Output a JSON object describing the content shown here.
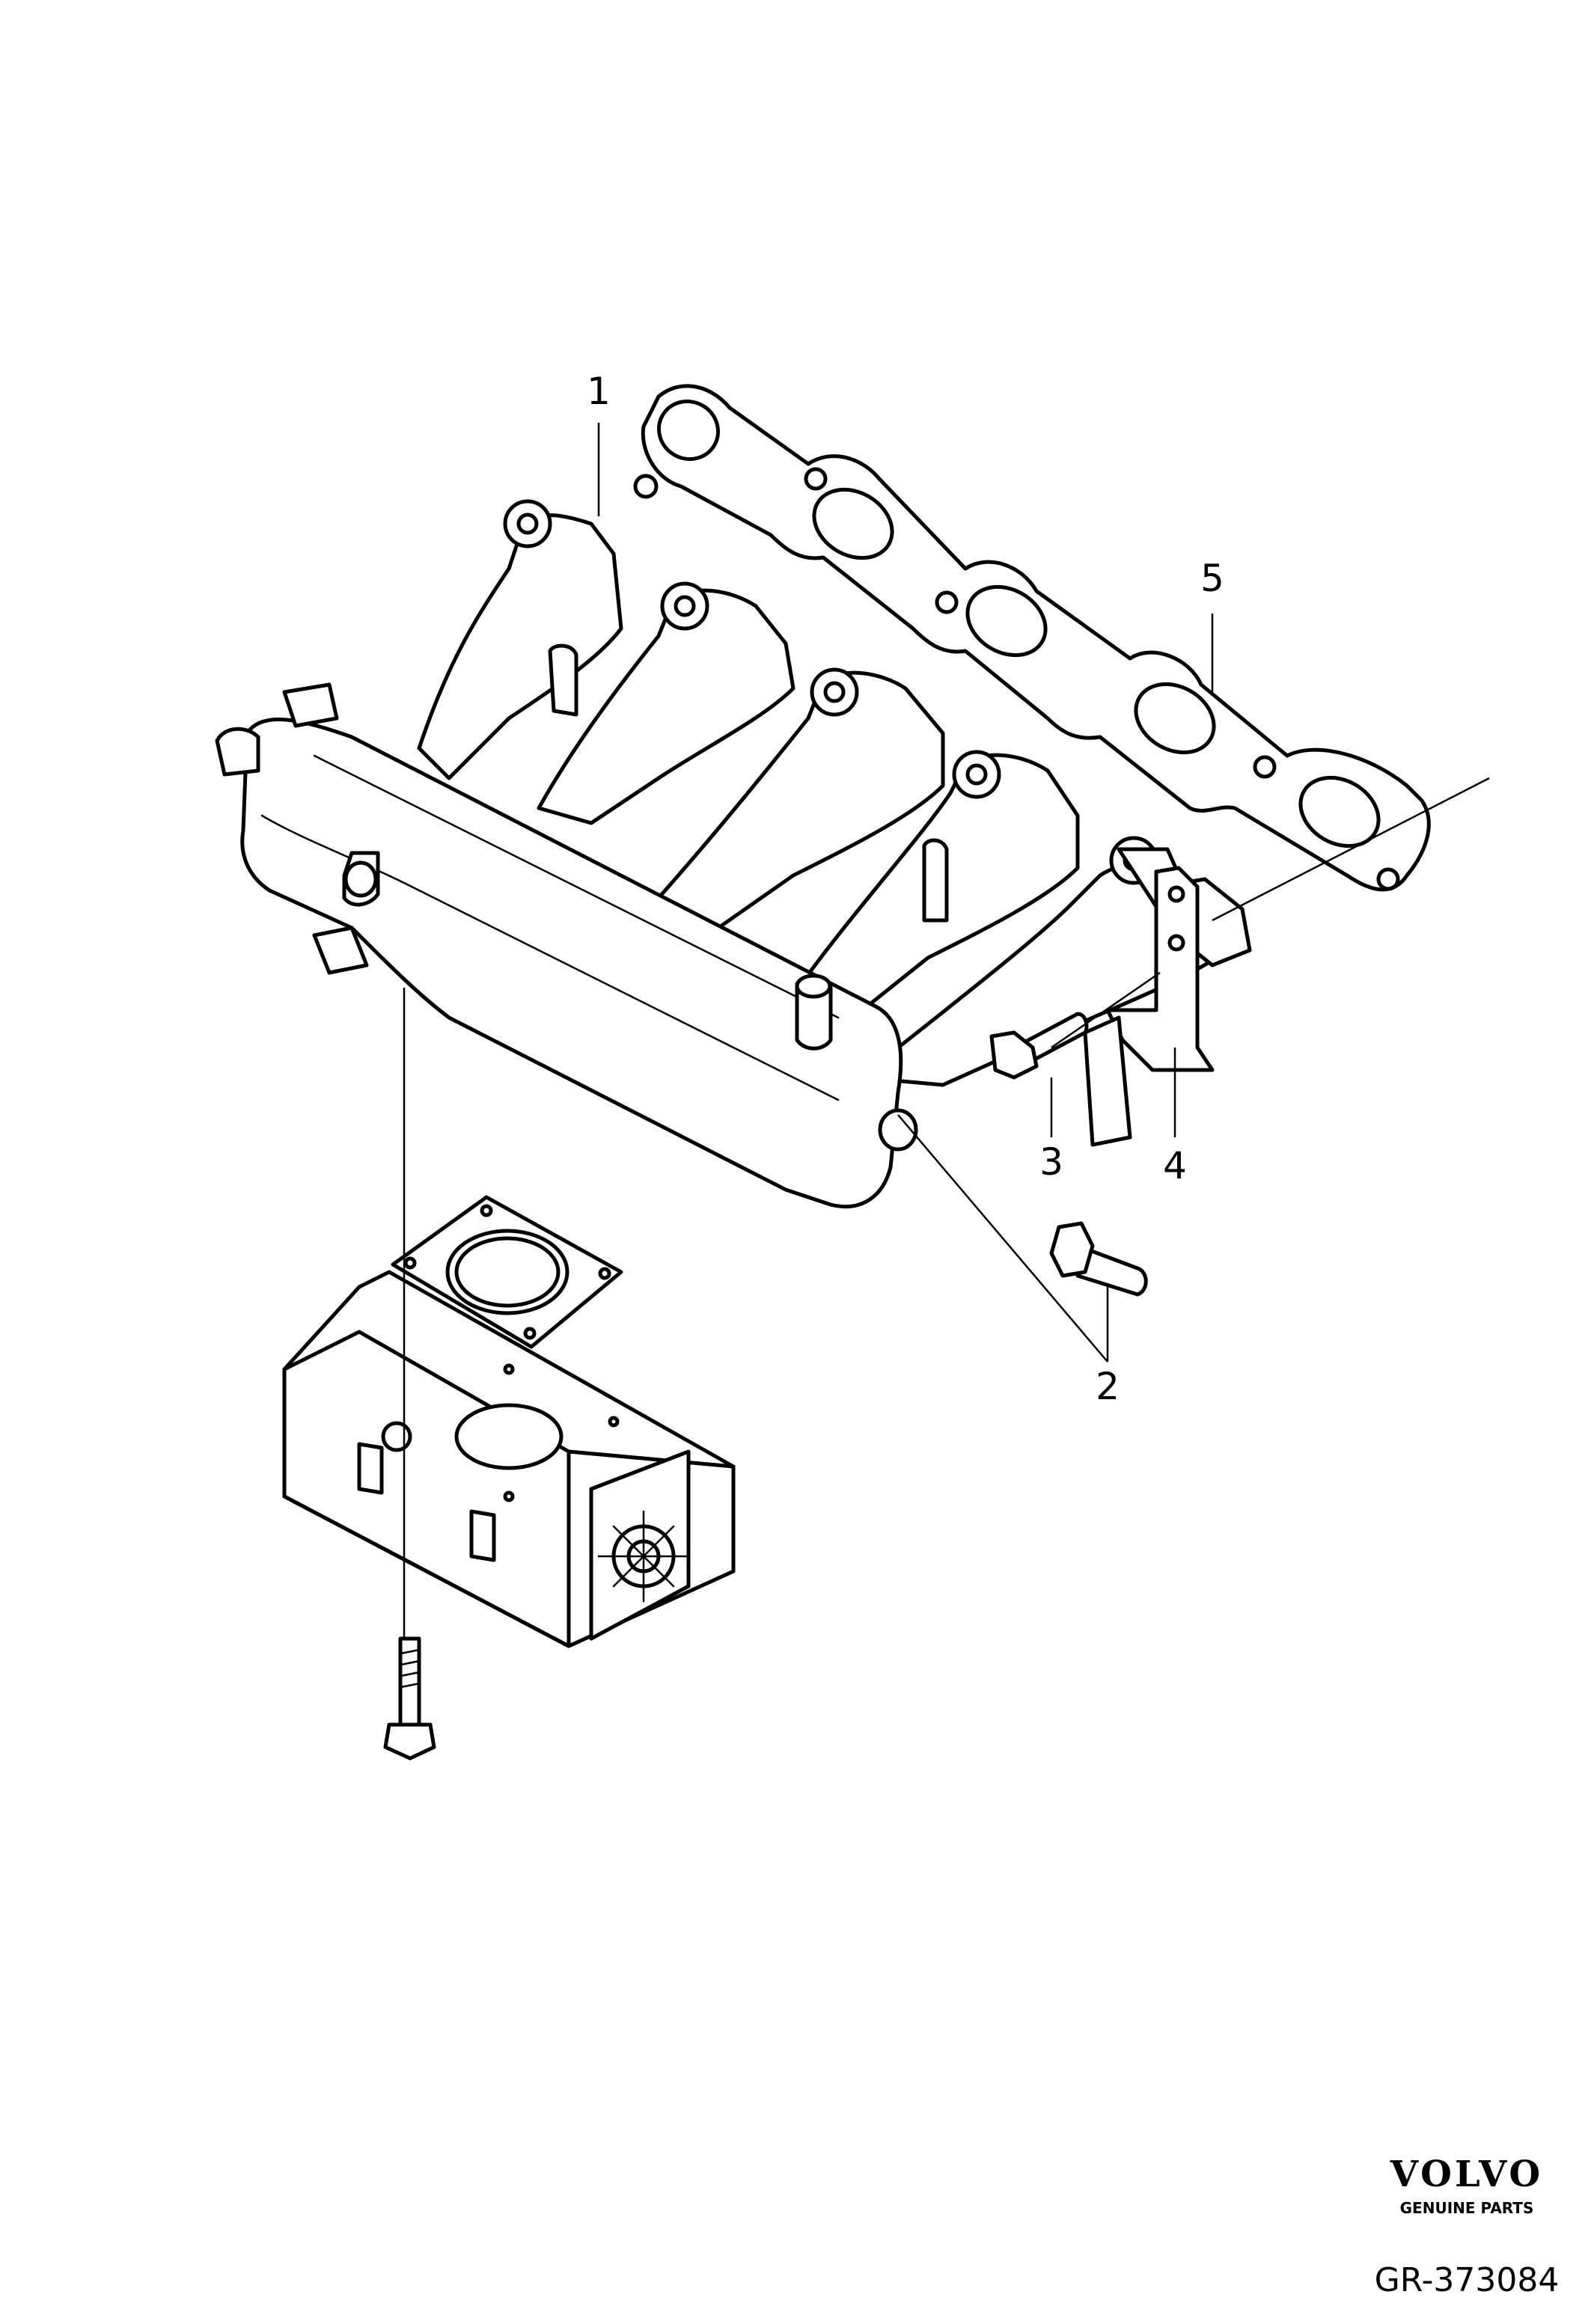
{
  "callouts": [
    {
      "id": "1",
      "label": "1"
    },
    {
      "id": "2",
      "label": "2"
    },
    {
      "id": "3",
      "label": "3"
    },
    {
      "id": "4",
      "label": "4"
    },
    {
      "id": "5",
      "label": "5"
    }
  ],
  "brand": {
    "logo_text": "VOLVO",
    "tagline": "GENUINE PARTS"
  },
  "reference_code": "GR-373084"
}
